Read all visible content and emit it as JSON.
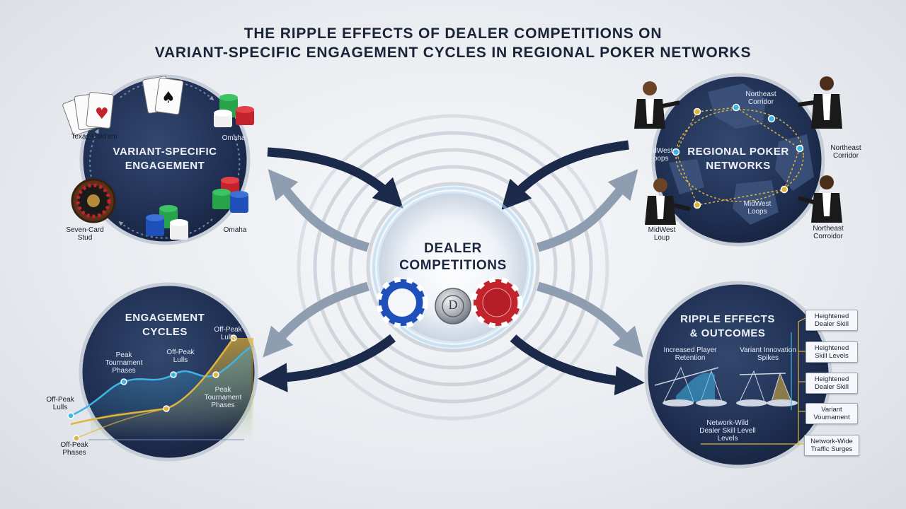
{
  "title": {
    "line1": "THE RIPPLE EFFECTS OF DEALER COMPETITIONS ON",
    "line2": "VARIANT-SPECIFIC ENGAGEMENT CYCLES IN REGIONAL POKER NETWORKS"
  },
  "center": {
    "title_line1": "DEALER",
    "title_line2": "COMPETITIONS",
    "chip_letter": "D"
  },
  "variant": {
    "title_line1": "VARIANT-SPECIFIC",
    "title_line2": "ENGAGEMENT",
    "labels": {
      "texas": "Texas Hold'em",
      "omaha_top": "Omaha",
      "omaha_bottom": "Omaha",
      "stud_line1": "Seven-Card",
      "stud_line2": "Stud"
    }
  },
  "regional": {
    "title_line1": "REGIONAL POKER",
    "title_line2": "NETWORKS",
    "labels": {
      "northeast_top_line1": "Northeast",
      "northeast_top_line2": "Corridor",
      "midwest_left_line1": "MidWest",
      "midwest_left_line2": "Loops",
      "midwest_inner_line1": "MidWest",
      "midwest_inner_line2": "Loops",
      "northeast_right_line1": "Northeast",
      "northeast_right_line2": "Corridor",
      "midwest_bottom_line1": "MidWest",
      "midwest_bottom_line2": "Loup",
      "northeast_bottom_line1": "Northeast",
      "northeast_bottom_line2": "Corroidor"
    }
  },
  "cycles": {
    "title_line1": "ENGAGEMENT",
    "title_line2": "CYCLES",
    "labels": {
      "peak_left_line1": "Peak",
      "peak_left_line2": "Tournament",
      "peak_left_line3": "Phases",
      "offpeak_mid_line1": "Off-Peak",
      "offpeak_mid_line2": "Lulls",
      "offpeak_top_line1": "Off-Peak",
      "offpeak_top_line2": "Lulls",
      "peak_right_line1": "Peak",
      "peak_right_line2": "Tournament",
      "peak_right_line3": "Phases",
      "offpeak_outer_line1": "Off-Peak",
      "offpeak_outer_line2": "Lulls",
      "offpeak_bottom_line1": "Off-Peak",
      "offpeak_bottom_line2": "Phases"
    }
  },
  "ripple": {
    "title_line1": "RIPPLE EFFECTS",
    "title_line2": "& OUTCOMES",
    "labels": {
      "retention_line1": "Increased Player",
      "retention_line2": "Retention",
      "innovation_line1": "Variant Innovation",
      "innovation_line2": "Spikes",
      "dealer_line1": "Network-Wild",
      "dealer_line2": "Dealer Skill Levell",
      "dealer_line3": "Levels"
    },
    "boxes": [
      {
        "line1": "Heightened",
        "line2": "Dealer Skill"
      },
      {
        "line1": "Heightened",
        "line2": "Skill Levels"
      },
      {
        "line1": "Heightened",
        "line2": "Dealer Skill"
      },
      {
        "line1": "Variant",
        "line2": "Vournament"
      },
      {
        "line1": "Network-Wide",
        "line2": "Traffic Surges"
      }
    ]
  },
  "colors": {
    "navy": "#1b2a4a",
    "circle": "#22345a",
    "chip_blue": "#1f4fb8",
    "chip_red": "#c3242c",
    "line_blue": "#3fb4e6",
    "line_gold": "#e0b43a"
  }
}
